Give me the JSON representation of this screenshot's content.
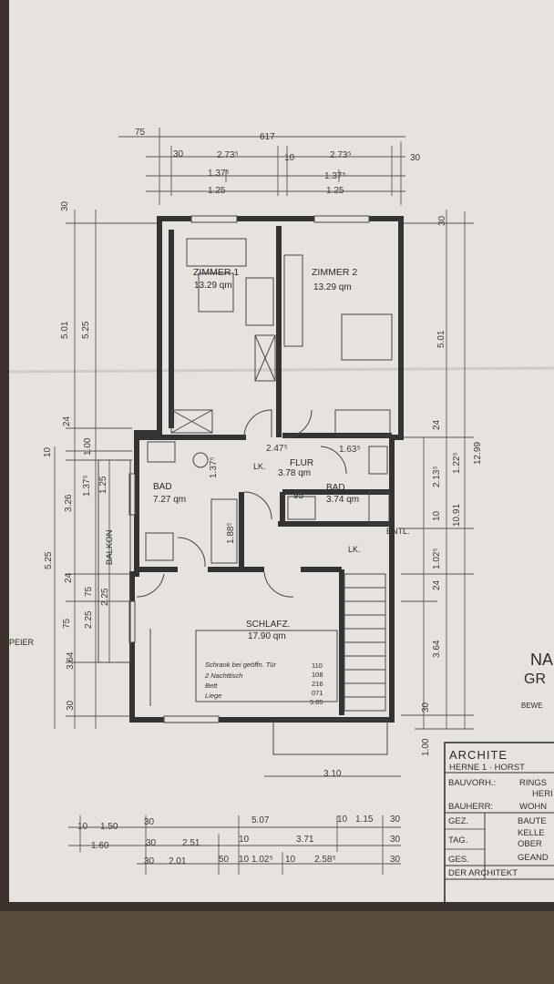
{
  "rooms": {
    "zimmer1": {
      "name": "ZIMMER 1",
      "area": "13.29 qm"
    },
    "zimmer2": {
      "name": "ZIMMER 2",
      "area": "13.29 qm"
    },
    "flur": {
      "name": "FLUR",
      "area": "3.78 qm"
    },
    "bad1": {
      "name": "BAD",
      "area": "7.27 qm"
    },
    "bad2": {
      "name": "BAD",
      "area": "3.74 qm"
    },
    "schlafz": {
      "name": "SCHLAFZ.",
      "area": "17.90 qm"
    },
    "balkon": "BALKON",
    "lk1": "LK.",
    "lk2": "LK.",
    "entl": "ENTL.",
    "peiler": "PEIER"
  },
  "schrank": {
    "lines": [
      "Schrank bei geöffn. Tür",
      "2 Nachttisch",
      "Bett",
      "Liege"
    ],
    "values": [
      "110",
      "108",
      "216",
      "071",
      "5.05"
    ]
  },
  "dims": {
    "top": [
      "75",
      "617",
      "30",
      "2.73⁵",
      "10",
      "2.73⁵",
      "30",
      "1.37⁵",
      "1.37⁵",
      "1.25",
      "1.25"
    ],
    "left": [
      "30",
      "5.01",
      "5.25",
      "24",
      "1.00",
      "10",
      "3.26",
      "1.37⁵",
      "1.25",
      "5.25",
      "24",
      "75",
      "75",
      "2.25",
      "2.25",
      "3.64",
      "30"
    ],
    "right": [
      "30",
      "5.01",
      "24",
      "2.13⁵",
      "1.22⁵",
      "12.99",
      "10",
      "10.91",
      "1.02⁵",
      "24",
      "3.64",
      "30",
      "1.00"
    ],
    "interior": [
      "2.47⁵",
      "1.63⁵",
      "1.37⁵",
      "95",
      "1.88⁵"
    ],
    "bottom": [
      "3.10",
      "10",
      "1.50",
      "30",
      "5.07",
      "10",
      "1.15",
      "30",
      "1.60",
      "30",
      "2.51",
      "10",
      "3.71",
      "30",
      "30",
      "2.01",
      "50",
      "10",
      "1.02⁵",
      "10",
      "2.58⁵",
      "30"
    ]
  },
  "title_block": {
    "big1": "NA",
    "big2": "GR",
    "small": "BEWE",
    "architekt": "ARCHITE",
    "address": "HERNE 1 · HORST",
    "rows": [
      {
        "label": "BAUVORH.:",
        "value": "RINGS"
      },
      {
        "label": "",
        "value": "HERI"
      },
      {
        "label": "BAUHERR:",
        "value": "WOHN"
      },
      {
        "label": "GEZ.",
        "value": "BAUTE"
      },
      {
        "label": "",
        "value": "KELLE"
      },
      {
        "label": "TAG.",
        "value": "OBER"
      },
      {
        "label": "GES.",
        "value": "GEAND"
      },
      {
        "label": "DER ARCHITEKT",
        "value": ""
      }
    ]
  }
}
